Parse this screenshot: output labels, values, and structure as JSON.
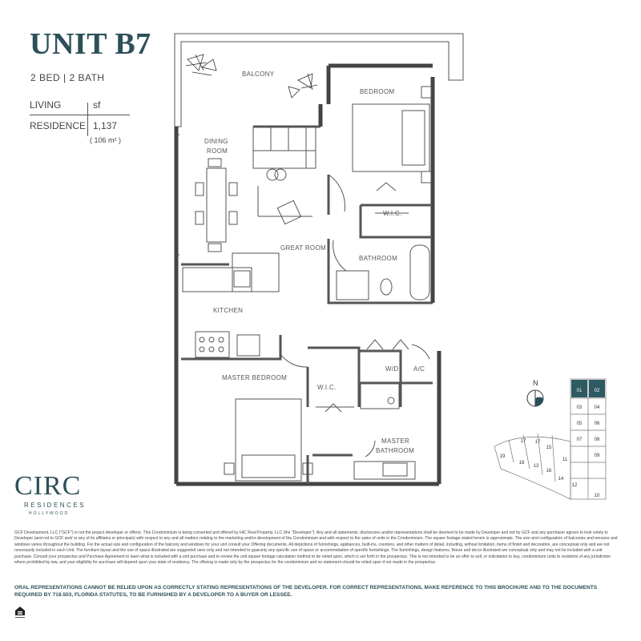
{
  "header": {
    "title": "UNIT B7",
    "subtitle": "2 BED | 2 BATH"
  },
  "area_table": {
    "col_header_label": "LIVING",
    "col_header_unit": "sf",
    "row_label": "RESIDENCE",
    "row_value": "1,137",
    "row_metric": "( 106 m² )"
  },
  "rooms": {
    "balcony": "BALCONY",
    "bedroom": "BEDROOM",
    "dining": "DINING",
    "dining2": "ROOM",
    "great_room": "GREAT ROOM",
    "bathroom": "BATHROOM",
    "wic1": "W.I.C.",
    "kitchen": "KITCHEN",
    "master_bedroom": "MASTER BEDROOM",
    "wic2": "W.I.C.",
    "wd": "W/D",
    "ac": "A/C",
    "master_bath1": "MASTER",
    "master_bath2": "BATHROOM"
  },
  "keyplan": {
    "north": "N",
    "units": [
      "01",
      "02",
      "03",
      "04",
      "05",
      "06",
      "07",
      "08",
      "09",
      "10",
      "12",
      "14",
      "15",
      "16",
      "17",
      "18",
      "19",
      "11",
      "13",
      "17"
    ],
    "highlight_color": "#2d5a63"
  },
  "logo": {
    "name": "CIRC",
    "line1": "RESIDENCES",
    "line2": "HOLLYWOOD"
  },
  "disclaimer": "GCF Development, LLC (\"GCF\") is not the project developer or offeror. This Condominium is being converted and offered by HIC Real Property, LLC (the \"Developer\"). Any and all statements, disclosures and/or representations shall be deemed to be made by Developer and not by GCF and any purchaser agrees to look solely to Developer (and not to GCF and/ or any of its affiliates or principals) with respect to any and all matters relating to the marketing and/or development of the Condominium and with respect to the sales of units in the Condominium. The square footage stated herein is approximate. The size and configuration of balconies and terraces and windows varies throughout the building. For the actual size and configuration of the balcony and windows for your unit consult your Offering documents. All depictions of furnishings, appliances, built-ins, counters, and other matters of detail, including, without limitation, items of finish and decoration, are conceptual only and are not necessarily included in each Unit. The furniture layout and the use of space illustrated are suggested uses only and not intended to guaranty any specific use of space or accommodation of specific furnishings. The furnishings, design features, fixture and decor illustrated are conceptual only and may not be included with a unit purchase. Consult your prospectus and Purchase Agreement to learn what is included with a unit purchase and to review the unit square footage calculation method to be relied upon, which is set forth in the prospectus. This is not intended to be an offer to sell, or solicitation to buy, condominium units to residents of any jurisdiction where prohibited by law, and your eligibility for purchase will depend upon your state of residency. The offering is made only by the prospectus for the condominium and no statement should be relied upon if not made in the prospectus.",
  "oral_notice": "ORAL REPRESENTATIONS CANNOT BE RELIED UPON AS CORRECTLY STATING REPRESENTATIONS OF THE DEVELOPER. FOR CORRECT REPRESENTATIONS, MAKE REFERENCE TO THIS BROCHURE AND TO THE DOCUMENTS REQUIRED BY 718.503, FLORIDA STATUTES, TO BE FURNISHED BY A DEVELOPER TO A BUYER OR LESSEE.",
  "icons": {
    "equal_housing": "equal-housing-icon",
    "compass": "north-compass-icon"
  }
}
